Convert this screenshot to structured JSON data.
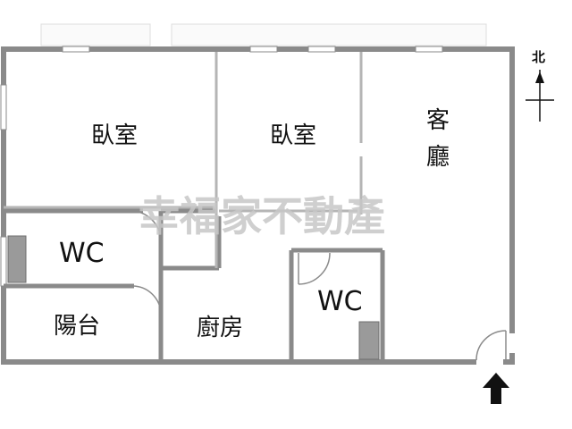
{
  "plan": {
    "rooms": {
      "bedroom_left": "臥室",
      "bedroom_mid": "臥室",
      "living_line1": "客",
      "living_line2": "廳",
      "wc_left": "WC",
      "balcony": "陽台",
      "kitchen": "廚房",
      "wc_right": "WC"
    },
    "north_label": "北",
    "watermark": "幸福家不動產",
    "colors": {
      "wall": "#8a8a8a",
      "wall_light": "#b5b5b5",
      "fixture": "#9a9a9a",
      "balcony_rail": "#dddddd",
      "watermark": "#c7c7c7",
      "entry_arrow": "#111111"
    },
    "icons": {
      "north": "north-arrow-icon",
      "entry": "entry-arrow-icon"
    }
  }
}
